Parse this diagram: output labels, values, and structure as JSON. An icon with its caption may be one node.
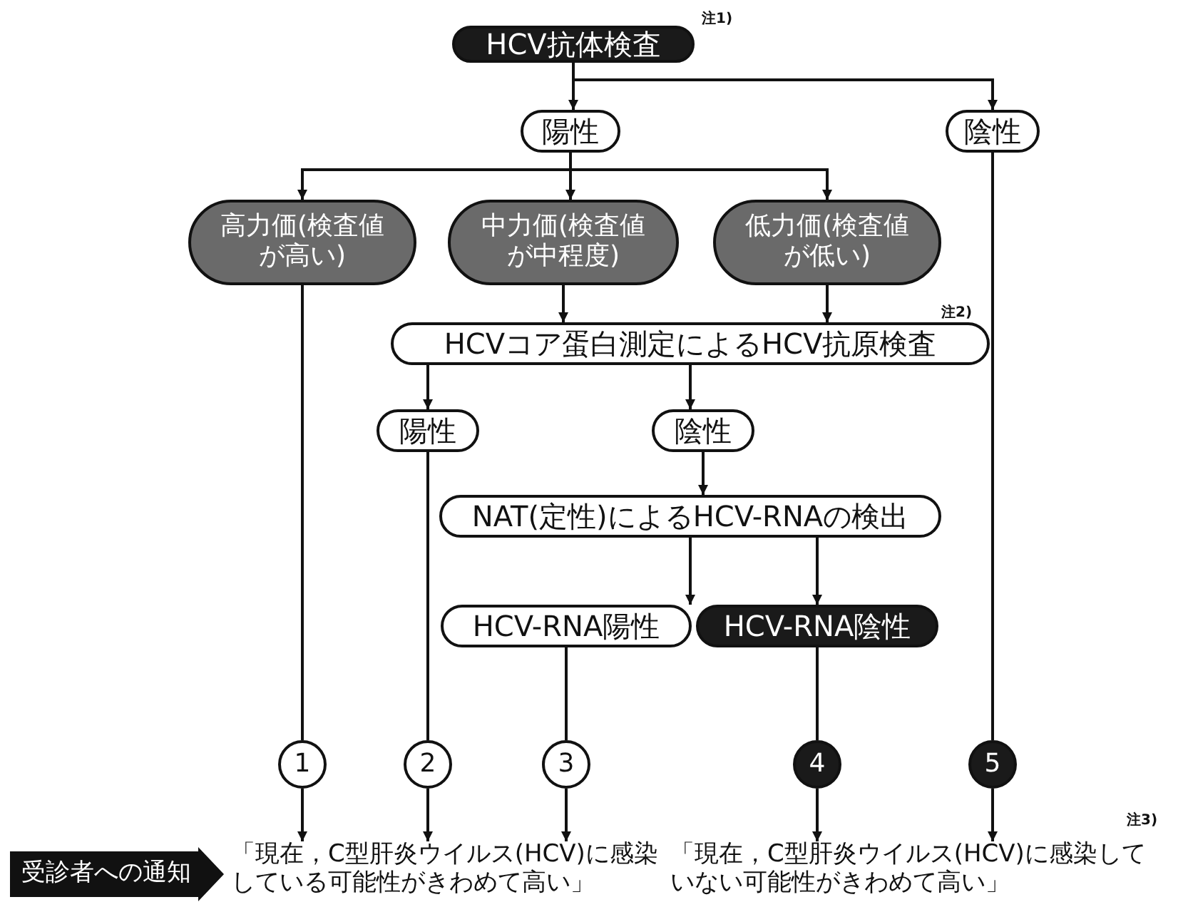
{
  "diagram": {
    "nodes": [
      {
        "text": [
          "HCV抗体検査"
        ],
        "beside": [
          "注1)"
        ]
      },
      {
        "text": [
          "陽性"
        ]
      },
      {
        "text": [
          "陰性"
        ]
      },
      {
        "text": [
          "高力価(検査値が高い)"
        ]
      },
      {
        "text": [
          "中力価(検査値が中程度)"
        ]
      },
      {
        "text": [
          "低力価(検査値が低い)"
        ]
      },
      {
        "text": [
          "HCVコア蛋白測定によるHCV抗原検査"
        ],
        "beside": [
          "注2)"
        ]
      },
      {
        "text": [
          "陽性"
        ]
      },
      {
        "text": [
          "陰性"
        ]
      },
      {
        "text": [
          "NAT(定性)によるHCV-RNAの検出"
        ]
      },
      {
        "text": [
          "HCV-RNA陽性"
        ]
      },
      {
        "text": [
          "HCV-RNA陰性"
        ]
      },
      {
        "text": [
          "1"
        ]
      },
      {
        "text": [
          "2"
        ]
      },
      {
        "text": [
          "3"
        ]
      },
      {
        "text": [
          "4"
        ]
      },
      {
        "text": [
          "5"
        ]
      },
      {
        "text": [
          "「現在，C型肝炎ウイルス(HCV)に感染している可能性がきわめて高い」"
        ]
      },
      {
        "text": [
          "「現在，C型肝炎ウイルス(HCV)に感染していない可能性がきわめて高い」"
        ],
        "beside": [
          "注3)"
        ]
      },
      {
        "text": [
          "受診者への通知"
        ]
      }
    ],
    "edges": [
      {
        "from": 0,
        "to": 1,
        "arrow": "to"
      },
      {
        "from": 0,
        "to": 2,
        "arrow": "to"
      },
      {
        "from": 1,
        "to": 3,
        "arrow": "to"
      },
      {
        "from": 1,
        "to": 4,
        "arrow": "to"
      },
      {
        "from": 1,
        "to": 5,
        "arrow": "to"
      },
      {
        "from": 4,
        "to": 6,
        "arrow": "to"
      },
      {
        "from": 5,
        "to": 6,
        "arrow": "to"
      },
      {
        "from": 6,
        "to": 7,
        "arrow": "to"
      },
      {
        "from": 6,
        "to": 8,
        "arrow": "to"
      },
      {
        "from": 8,
        "to": 9,
        "arrow": "to"
      },
      {
        "from": 9,
        "to": 10,
        "arrow": "to"
      },
      {
        "from": 9,
        "to": 11,
        "arrow": "to"
      },
      {
        "from": 3,
        "to": 12,
        "arrow": "none"
      },
      {
        "from": 7,
        "to": 13,
        "arrow": "none"
      },
      {
        "from": 10,
        "to": 14,
        "arrow": "none"
      },
      {
        "from": 11,
        "to": 15,
        "arrow": "none"
      },
      {
        "from": 2,
        "to": 16,
        "arrow": "none"
      },
      {
        "from": 12,
        "to": 17,
        "arrow": "to"
      },
      {
        "from": 13,
        "to": 17,
        "arrow": "to"
      },
      {
        "from": 14,
        "to": 17,
        "arrow": "to"
      },
      {
        "from": 15,
        "to": 18,
        "arrow": "to"
      },
      {
        "from": 16,
        "to": 18,
        "arrow": "to"
      }
    ]
  }
}
